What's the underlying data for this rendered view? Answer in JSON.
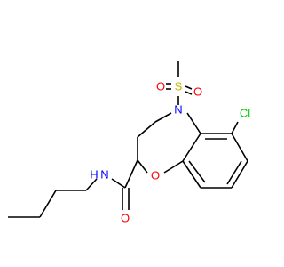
{
  "molecule": {
    "atoms": {
      "methyl_c": {
        "label": "",
        "color": "#000000"
      },
      "s": {
        "label": "S",
        "color": "#B8B800"
      },
      "o_s1": {
        "label": "O",
        "color": "#FF0000"
      },
      "o_s2": {
        "label": "O",
        "color": "#FF0000"
      },
      "n_ring": {
        "label": "N",
        "color": "#0000FF"
      },
      "cl": {
        "label": "Cl",
        "color": "#00CC00"
      },
      "o_ring": {
        "label": "O",
        "color": "#FF0000"
      },
      "o_amide": {
        "label": "O",
        "color": "#FF0000"
      },
      "n_amide": {
        "label": "N",
        "color": "#0000FF"
      },
      "h_amide": {
        "label": "H",
        "color": "#0000FF"
      }
    }
  }
}
